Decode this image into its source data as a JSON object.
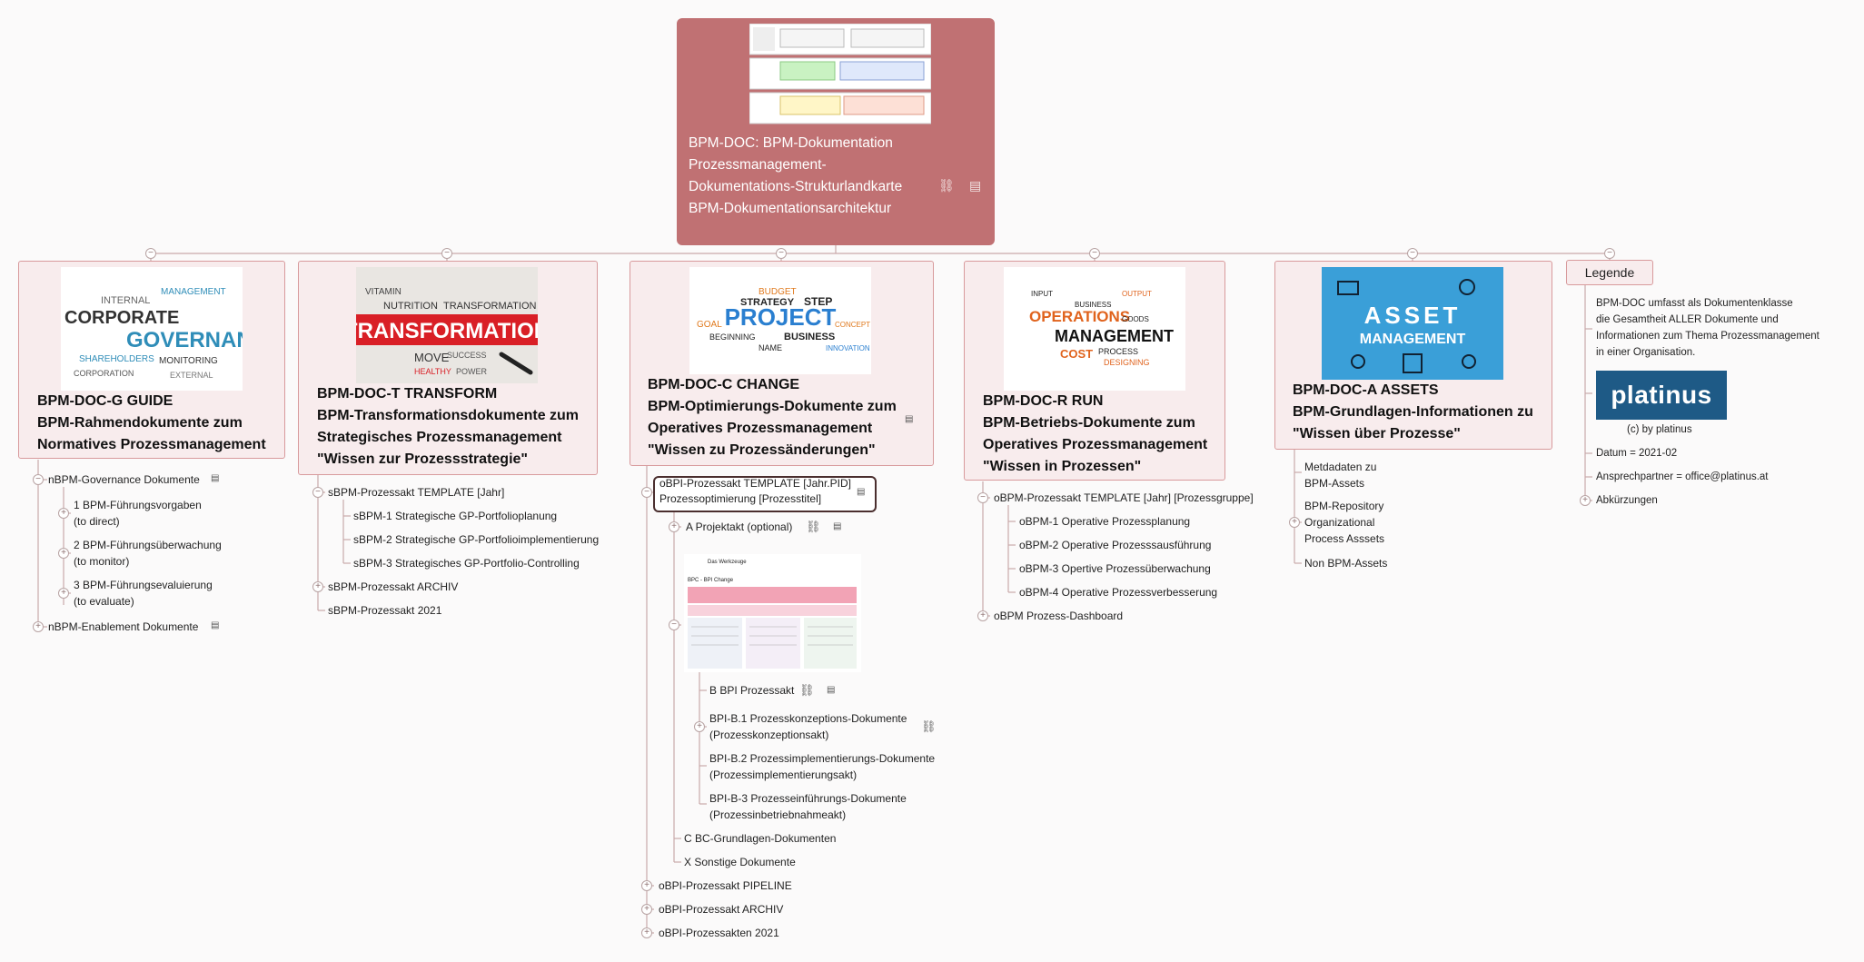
{
  "root": {
    "lines": [
      "BPM-DOC: BPM-Dokumentation",
      "Prozessmanagement-",
      "Dokumentations-Strukturlandkarte",
      "BPM-Dokumentationsarchitektur"
    ],
    "link_icon": "link-icon",
    "note_icon": "note-icon"
  },
  "branches": {
    "governance": {
      "image_words": [
        "CORPORATE",
        "GOVERNANCE",
        "INTERNAL",
        "MANAGEMENT",
        "SHAREHOLDERS",
        "MONITORING",
        "CORPORATION",
        "EXTERNAL"
      ],
      "title_lines": [
        "BPM-DOC-G GUIDE",
        "BPM-Rahmendokumente zum",
        "Normatives Prozessmanagement"
      ],
      "children": [
        {
          "label": "nBPM-Governance Dokumente",
          "note": true
        },
        {
          "label_lines": [
            "1 BPM-Führungsvorgaben",
            "(to direct)"
          ]
        },
        {
          "label_lines": [
            "2 BPM-Führungsüberwachung",
            "(to monitor)"
          ]
        },
        {
          "label_lines": [
            "3 BPM-Führungsevaluierung",
            "(to evaluate)"
          ]
        },
        {
          "label": "nBPM-Enablement Dokumente",
          "note": true
        }
      ]
    },
    "transform": {
      "image_words": [
        "TRANSFORMATION",
        "VITAMIN",
        "NUTRITION",
        "TRANSFORMATION",
        "MOVE",
        "SUCCESS",
        "HEALTHY",
        "POWER"
      ],
      "title_lines": [
        "BPM-DOC-T TRANSFORM",
        "BPM-Transformationsdokumente zum",
        "Strategisches Prozessmanagement",
        "\"Wissen zur Prozessstrategie\""
      ],
      "children": [
        {
          "label": "sBPM-Prozessakt TEMPLATE [Jahr]"
        },
        {
          "label": "sBPM-1 Strategische GP-Portfolioplanung"
        },
        {
          "label": "sBPM-2 Strategische GP-Portfolioimplementierung"
        },
        {
          "label": "sBPM-3 Strategisches GP-Portfolio-Controlling"
        },
        {
          "label": "sBPM-Prozessakt ARCHIV"
        },
        {
          "label": "sBPM-Prozessakt 2021"
        }
      ]
    },
    "change": {
      "image_words": [
        "PROJECT",
        "STRATEGY",
        "STEP",
        "BUDGET",
        "GOAL",
        "BUSINESS",
        "BEGINNING",
        "CONCEPT",
        "INNOVATION",
        "NAME"
      ],
      "title_lines": [
        "BPM-DOC-C CHANGE",
        "BPM-Optimierungs-Dokumente zum",
        "Operatives Prozessmanagement",
        "\"Wissen zu Prozessänderungen\""
      ],
      "children": [
        {
          "label_lines": [
            "oBPI-Prozessakt TEMPLATE [Jahr.PID]",
            "Prozessoptimierung [Prozesstitel]"
          ]
        },
        {
          "label": "A Projektakt (optional)"
        },
        {
          "label": "B BPI Prozessakt"
        },
        {
          "label_lines": [
            "BPI-B.1 Prozesskonzeptions-Dokumente",
            "(Prozesskonzeptionsakt)"
          ]
        },
        {
          "label_lines": [
            "BPI-B.2 Prozessimplementierungs-Dokumente",
            "(Prozessimplementierungsakt)"
          ]
        },
        {
          "label_lines": [
            "BPI-B-3 Prozesseinführungs-Dokumente",
            "(Prozessinbetriebnahmeakt)"
          ]
        },
        {
          "label": "C BC-Grundlagen-Dokumenten"
        },
        {
          "label": "X Sonstige Dokumente"
        },
        {
          "label": "oBPI-Prozessakt PIPELINE"
        },
        {
          "label": "oBPI-Prozessakt ARCHIV"
        },
        {
          "label": "oBPI-Prozessakten 2021"
        }
      ]
    },
    "run": {
      "image_words": [
        "OPERATIONS",
        "MANAGEMENT",
        "COST",
        "PROCESS",
        "DESIGNING",
        "GOODS",
        "OUTPUT",
        "INPUT",
        "BUSINESS"
      ],
      "title_lines": [
        "BPM-DOC-R RUN",
        "BPM-Betriebs-Dokumente zum",
        "Operatives Prozessmanagement",
        "\"Wissen in Prozessen\""
      ],
      "children": [
        {
          "label": "oBPM-Prozessakt TEMPLATE [Jahr] [Prozessgruppe]"
        },
        {
          "label": "oBPM-1 Operative Prozessplanung"
        },
        {
          "label": "oBPM-2 Operative Prozesssausführung"
        },
        {
          "label": "oBPM-3 Opertive Prozessüberwachung"
        },
        {
          "label": "oBPM-4 Operative Prozessverbesserung"
        },
        {
          "label": "oBPM Prozess-Dashboard"
        }
      ]
    },
    "assets": {
      "image_words": [
        "ASSET",
        "MANAGEMENT"
      ],
      "title_lines": [
        "BPM-DOC-A ASSETS",
        "BPM-Grundlagen-Informationen zu",
        "\"Wissen über Prozesse\""
      ],
      "children": [
        {
          "label_lines": [
            "Metdadaten zu",
            "BPM-Assets"
          ]
        },
        {
          "label_lines": [
            "BPM-Repository",
            "Organizational",
            "Process Asssets"
          ]
        },
        {
          "label": "Non BPM-Assets"
        }
      ]
    },
    "legend": {
      "title": "Legende",
      "text_lines": [
        "BPM-DOC umfasst als Dokumentenklasse",
        "die Gesamtheit ALLER Dokumente und",
        "Informationen zum Thema Prozessmanagement",
        "in einer Organisation."
      ],
      "logo_text": "platinus",
      "logo_caption": "(c) by platinus",
      "date": "Datum = 2021-02",
      "contact": "Ansprechpartner = office@platinus.at",
      "abbr": "Abkürzungen"
    }
  },
  "change_image_lines": [
    "Das Werkzeuge",
    "BPC - BPI Change"
  ],
  "colors": {
    "root": "#c07173",
    "card": "#f8eced",
    "card_border": "#d89a9c",
    "line": "#c9a9aa",
    "logo": "#1e5a86"
  }
}
